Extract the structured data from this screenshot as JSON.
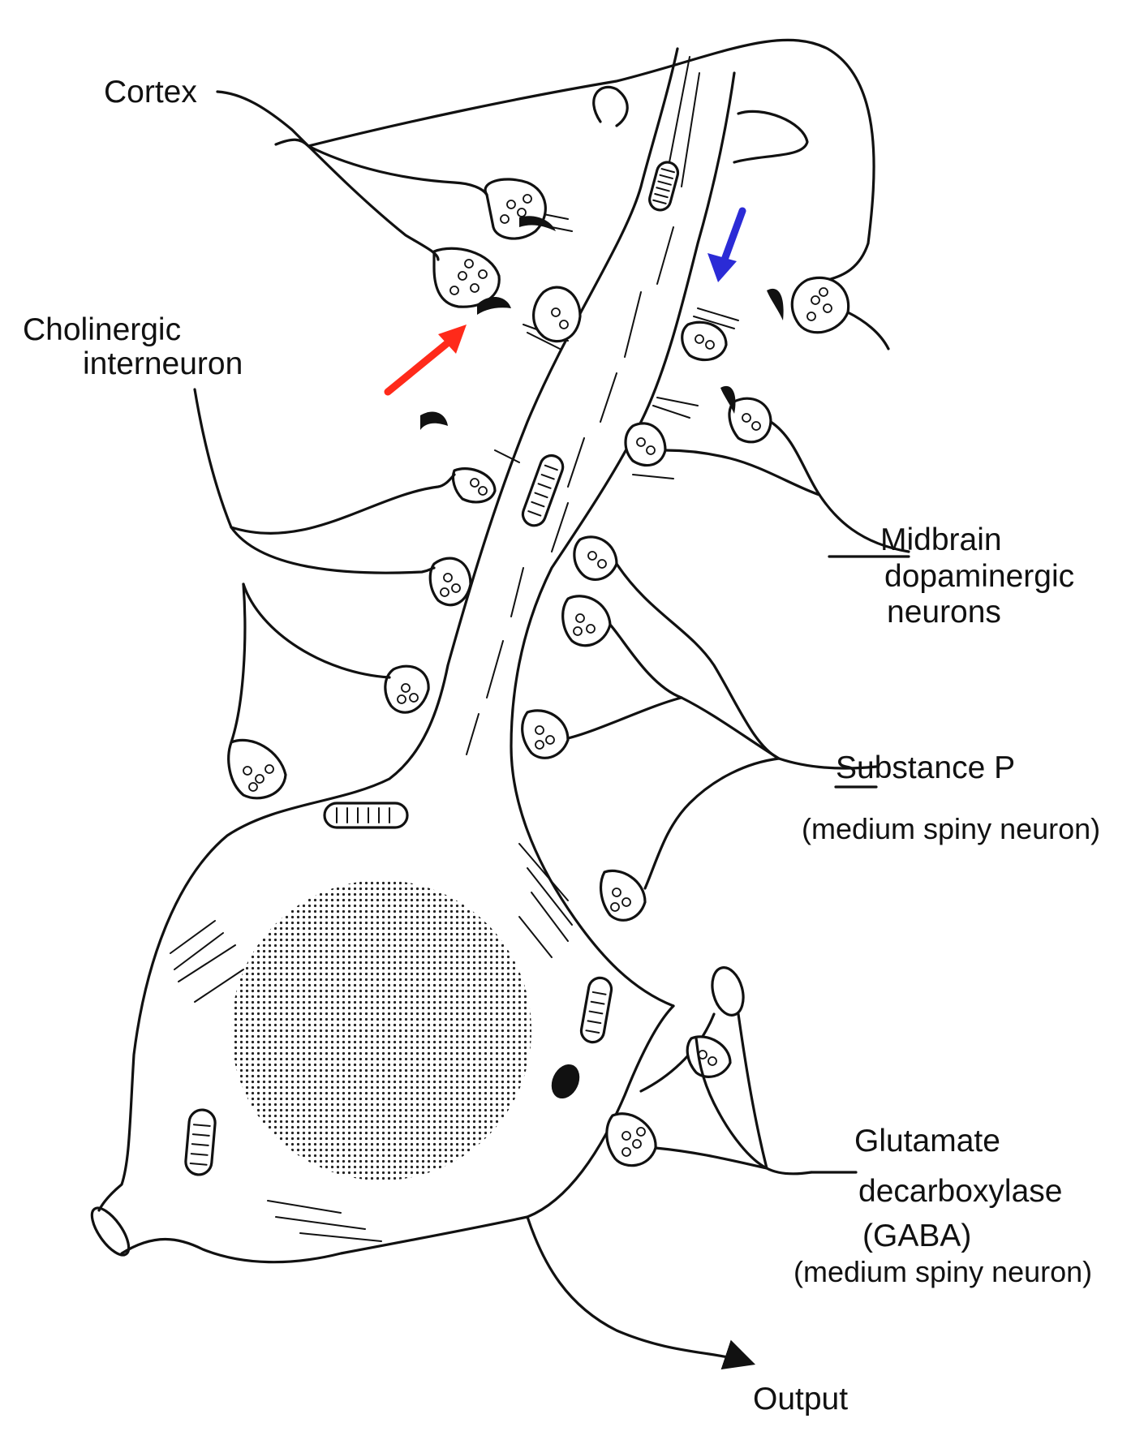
{
  "labels": {
    "cortex": "Cortex",
    "cholinergic_line1": "Cholinergic",
    "cholinergic_line2": "interneuron",
    "midbrain_line1": "Midbrain",
    "midbrain_line2": "dopaminergic",
    "midbrain_line3": "neurons",
    "substance_p": "Substance P",
    "substance_p_sub": "(medium spiny neuron)",
    "gad_line1": "Glutamate",
    "gad_line2": "decarboxylase",
    "gad_line3": "(GABA)",
    "gad_sub": "(medium spiny neuron)",
    "output": "Output"
  },
  "colors": {
    "red_arrow": "#ff2a1a",
    "blue_arrow": "#2b2bd6",
    "ink": "#111111"
  }
}
